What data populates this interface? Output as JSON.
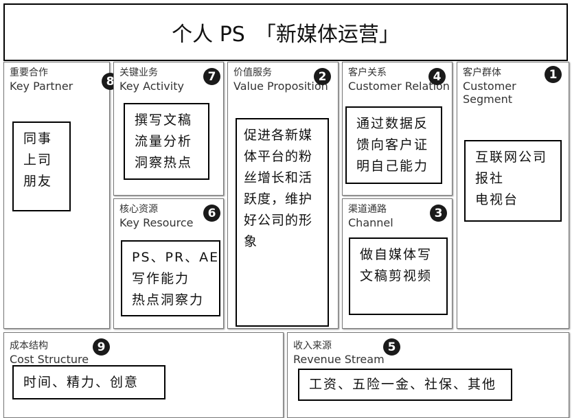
{
  "title": "个人 PS　「新媒体运营」",
  "key_partner": {
    "cn": "重要合作",
    "en": "Key Partner",
    "num": "8",
    "items": [
      "同事",
      "上司",
      "朋友"
    ]
  },
  "key_activity": {
    "cn": "关键业务",
    "en": "Key Activity",
    "num": "7",
    "items": [
      "撰写文稿",
      "流量分析",
      "洞察热点"
    ]
  },
  "key_resource": {
    "cn": "核心资源",
    "en": "Key Resource",
    "num": "6",
    "items": [
      "PS、PR、AE",
      "写作能力",
      "热点洞察力"
    ]
  },
  "value_proposition": {
    "cn": "价值服务",
    "en": "Value Proposition",
    "num": "2",
    "items": [
      "促进各新媒",
      "体平台的粉",
      "丝增长和活",
      "跃度，维护",
      "好公司的形",
      "象"
    ]
  },
  "customer_relation": {
    "cn": "客户关系",
    "en": "Customer Relation",
    "num": "4",
    "items": [
      "通过数据反",
      "馈向客户证",
      "明自己能力"
    ]
  },
  "channel": {
    "cn": "渠道通路",
    "en": "Channel",
    "num": "3",
    "items": [
      "做自媒体写",
      "文稿剪视频"
    ]
  },
  "customer_segment": {
    "cn": "客户群体",
    "en": "Customer Segment",
    "num": "1",
    "items": [
      "互联网公司",
      "报社",
      "电视台"
    ]
  },
  "cost_structure": {
    "cn": "成本结构",
    "en": "Cost Structure",
    "num": "9",
    "items": [
      "时间、精力、创意"
    ]
  },
  "revenue_stream": {
    "cn": "收入来源",
    "en": "Revenue Stream",
    "num": "5",
    "items": [
      "工资、五险一金、社保、其他"
    ]
  }
}
